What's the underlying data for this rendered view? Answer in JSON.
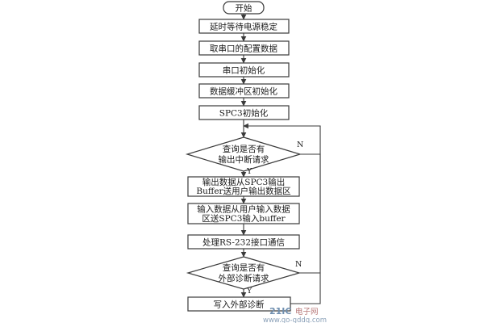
{
  "nodes": {
    "start": "开始",
    "delay": "延时等待电源稳定",
    "read_config": "取串口的配置数据",
    "serial_init": "串口初始化",
    "buffer_init": "数据缓冲区初始化",
    "spc3_init": "SPC3初始化",
    "query_output_line1": "查询是否有",
    "query_output_line2": "输出中断请求",
    "output_line1": "输出数据从SPC3输出",
    "output_line2": "Buffer送用户输出数据区",
    "input_line1": "输入数据从用户输入数据",
    "input_line2": "区送SPC3输入buffer",
    "rs232": "处理RS-232接口通信",
    "query_diag_line1": "查询是否有",
    "query_diag_line2": "外部诊断请求",
    "write_diag": "写入外部诊断"
  },
  "labels": {
    "no_1": "N",
    "yes_1": "Y",
    "no_2": "N",
    "yes_2": "Y"
  },
  "watermark": {
    "brand": "21IC",
    "brand_cn": "电子网",
    "url": "www.go-gddq.com"
  }
}
